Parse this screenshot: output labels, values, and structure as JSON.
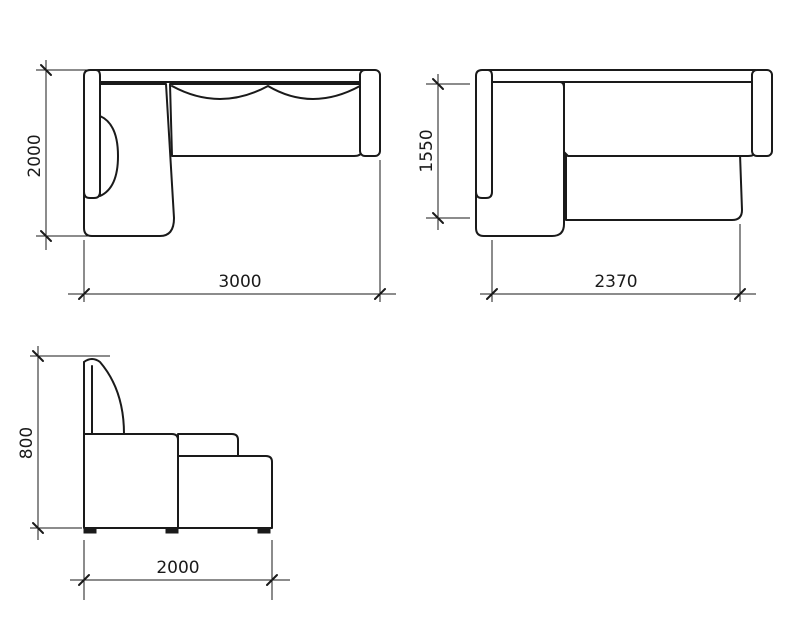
{
  "views": {
    "top_left": {
      "width_label": "3000",
      "depth_label": "2000"
    },
    "top_right": {
      "width_label": "2370",
      "depth_label": "1550"
    },
    "side": {
      "height_label": "800",
      "depth_label": "2000"
    }
  }
}
